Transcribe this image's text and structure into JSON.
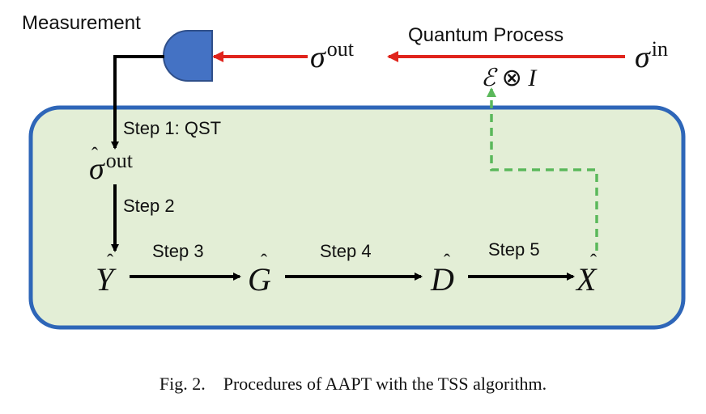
{
  "labels": {
    "measurement": "Measurement",
    "quantum_process": "Quantum Process",
    "step1": "Step 1: QST",
    "step2": "Step 2",
    "step3": "Step 3",
    "step4": "Step 4",
    "step5": "Step 5"
  },
  "math": {
    "sigma": "σ",
    "out": "out",
    "in": "in",
    "channel_E": "ℰ",
    "tensor": "⊗",
    "identity": "I",
    "hat_mark": "ˆ",
    "Y": "Y",
    "G": "G",
    "D": "D",
    "X": "X"
  },
  "caption": {
    "prefix": "Fig. 2.",
    "text": "Procedures of AAPT with the TSS algorithm."
  },
  "colors": {
    "box_fill": "#e3eed6",
    "box_stroke": "#2e66b8",
    "red_arrow": "#e0241c",
    "green_dashed": "#5bb85b",
    "detector": "#4472c4"
  }
}
